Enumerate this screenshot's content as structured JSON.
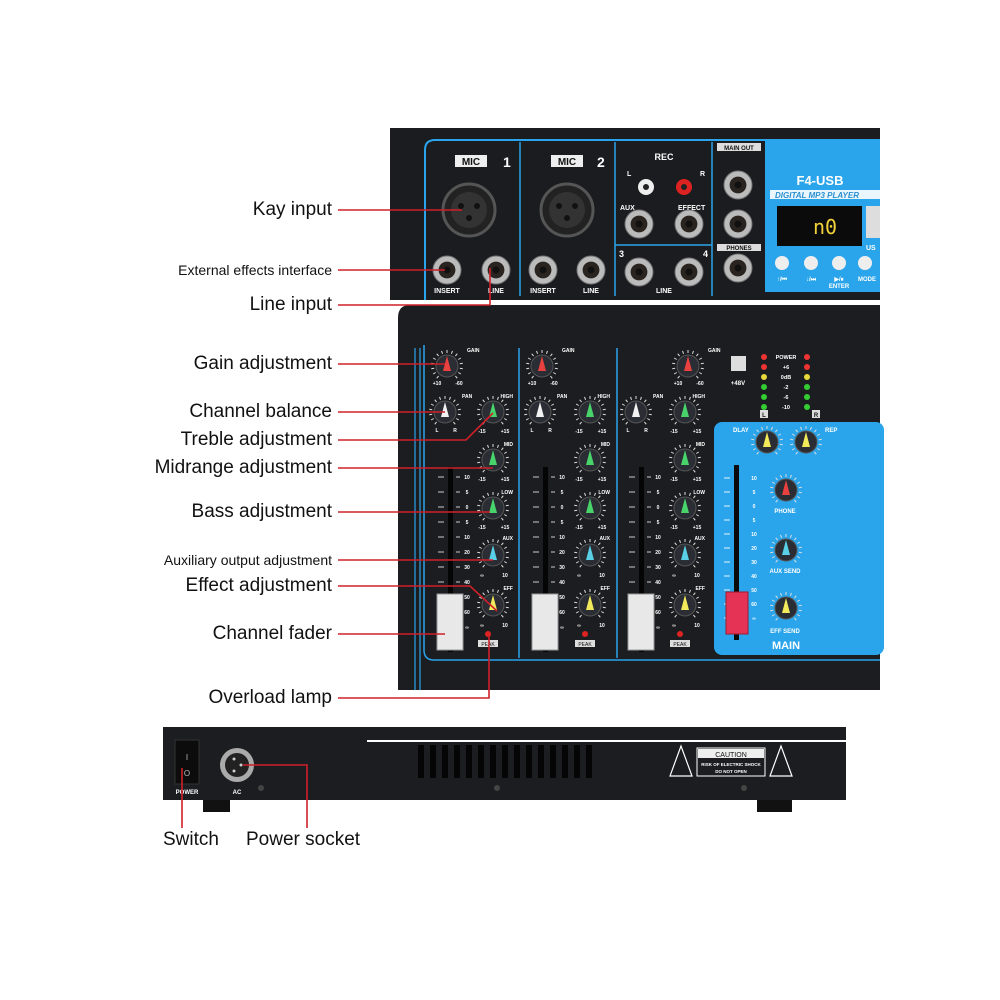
{
  "callouts": {
    "kay_input": "Kay input",
    "external_effects": "External effects interface",
    "line_input": "Line input",
    "gain": "Gain adjustment",
    "balance": "Channel balance",
    "treble": "Treble adjustment",
    "midrange": "Midrange adjustment",
    "bass": "Bass adjustment",
    "aux_out": "Auxiliary output adjustment",
    "effect": "Effect adjustment",
    "fader": "Channel fader",
    "overload": "Overload lamp",
    "switch": "Switch",
    "power_socket": "Power socket"
  },
  "panel": {
    "mic1": "MIC",
    "mic1_num": "1",
    "mic2": "MIC",
    "mic2_num": "2",
    "insert": "INSERT",
    "line": "LINE",
    "rec": "REC",
    "l": "L",
    "r": "R",
    "aux": "AUX",
    "effect": "EFFECT",
    "ch3": "3",
    "ch4": "4",
    "main_out": "MAIN OUT",
    "phones": "PHONES",
    "model": "F4-USB",
    "player": "DIGITAL MP3 PLAYER",
    "display": "n0",
    "usb": "US",
    "btn_prev": "↑/⏮",
    "btn_next": "↓/⏭",
    "btn_play": "▶/⏸",
    "btn_enter": "ENTER",
    "btn_mode": "MODE"
  },
  "strip": {
    "gain": "GAIN",
    "gain_min": "+10",
    "gain_max": "-60",
    "pan": "PAN",
    "pan_l": "L",
    "pan_r": "R",
    "high": "HIGH",
    "mid": "MID",
    "low": "LOW",
    "eq_min": "-15",
    "eq_max": "+15",
    "aux": "AUX",
    "eff": "EFF",
    "send_min": "∞",
    "send_max": "10",
    "peak": "PEAK",
    "scale": [
      "10",
      "5",
      "0",
      "5",
      "10",
      "20",
      "30",
      "40",
      "50",
      "60",
      "∞"
    ]
  },
  "main": {
    "phantom": "+48V",
    "meter": [
      "POWER",
      "+6",
      "0dB",
      "-2",
      "-6",
      "-10"
    ],
    "meter_l": "L",
    "meter_r": "R",
    "dlay": "DLAY",
    "rep": "REP",
    "phone": "PHONE",
    "aux_send": "AUX SEND",
    "eff_send": "EFF SEND",
    "title": "MAIN"
  },
  "rear": {
    "power": "POWER",
    "ac": "AC",
    "switch_on": "I",
    "switch_off": "O",
    "caution": "CAUTION",
    "warning1": "RISK OF ELECTRIC SHOCK",
    "warning2": "DO NOT OPEN"
  },
  "colors": {
    "callout_line": "#d0202a",
    "panel_blue": "#2aa4ea",
    "body": "#16181b",
    "gain_knob": "#e8413f",
    "eq_knob": "#49d36b",
    "aux_knob": "#5ad0e6",
    "eff_knob": "#f2ea5a"
  }
}
